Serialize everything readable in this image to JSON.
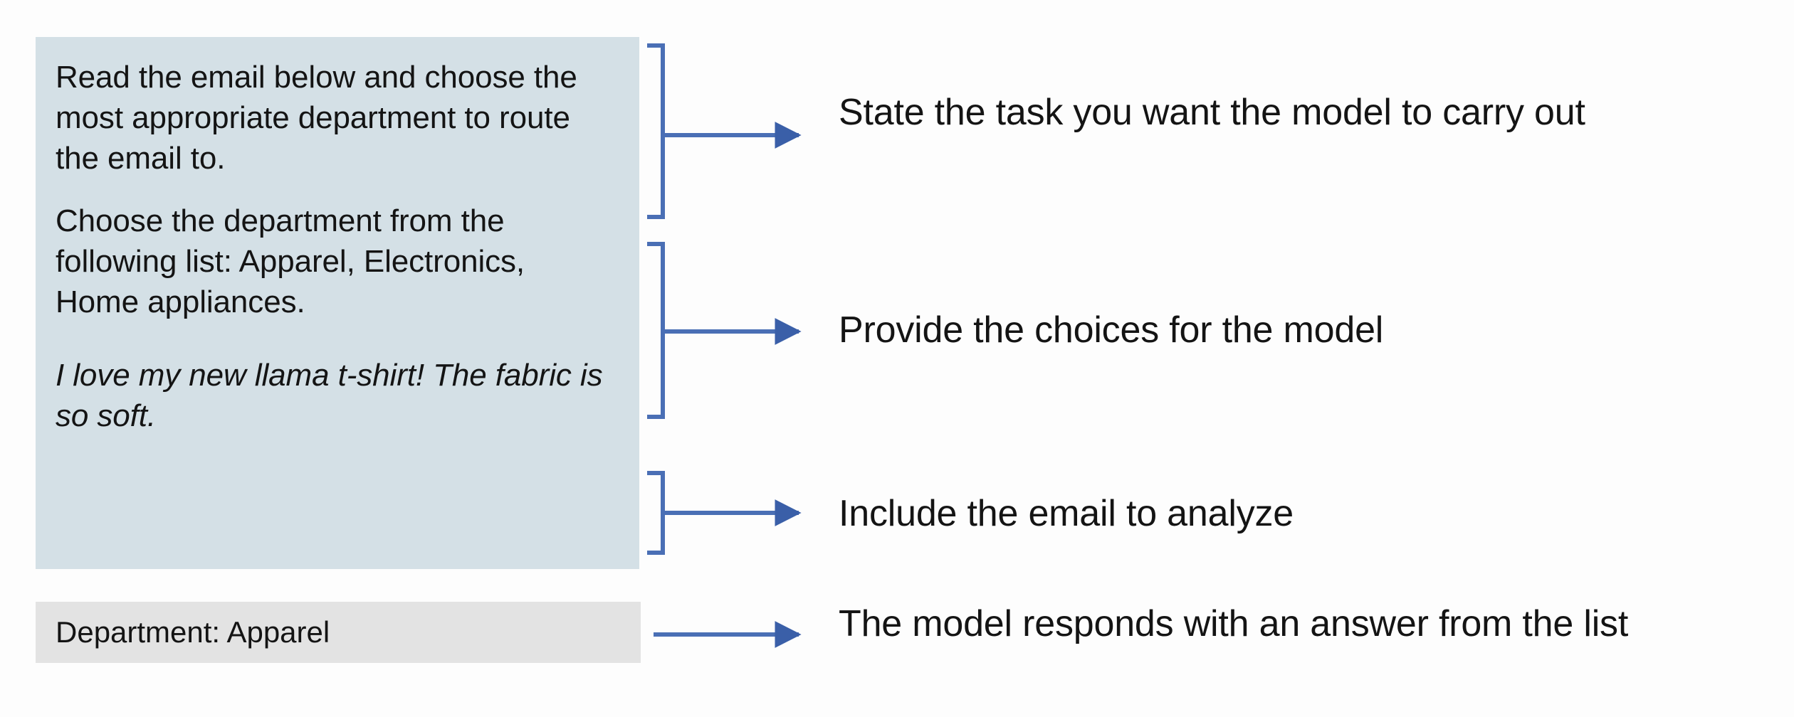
{
  "colors": {
    "prompt_panel_bg": "#d4e0e6",
    "answer_panel_bg": "#e3e3e3",
    "connector_line": "#4a6fb5",
    "arrow_head": "#3a5fa8",
    "text": "#141414",
    "page_bg": "#fdfdfd"
  },
  "prompt_panel": {
    "blocks": [
      {
        "id": "task-instruction",
        "text": "Read the email below and choose the most appropriate department to route the email to.",
        "style": "normal"
      },
      {
        "id": "choice-list",
        "text": "Choose the department from the following list:\nApparel, Electronics, Home appliances.",
        "style": "normal"
      },
      {
        "id": "email-body",
        "text": "I love my new llama t-shirt! The fabric is so soft.",
        "style": "italic"
      }
    ]
  },
  "answer_panel": {
    "text": "Department: Apparel"
  },
  "annotations": [
    {
      "id": "annotation-task",
      "text": "State the task you want the model to carry out",
      "connector": "bracket-arrow"
    },
    {
      "id": "annotation-choices",
      "text": "Provide the choices for the model",
      "connector": "bracket-arrow"
    },
    {
      "id": "annotation-email",
      "text": "Include the email to analyze",
      "connector": "bracket-arrow"
    },
    {
      "id": "annotation-answer",
      "text": "The model responds with an answer from the list",
      "connector": "plain-arrow"
    }
  ]
}
